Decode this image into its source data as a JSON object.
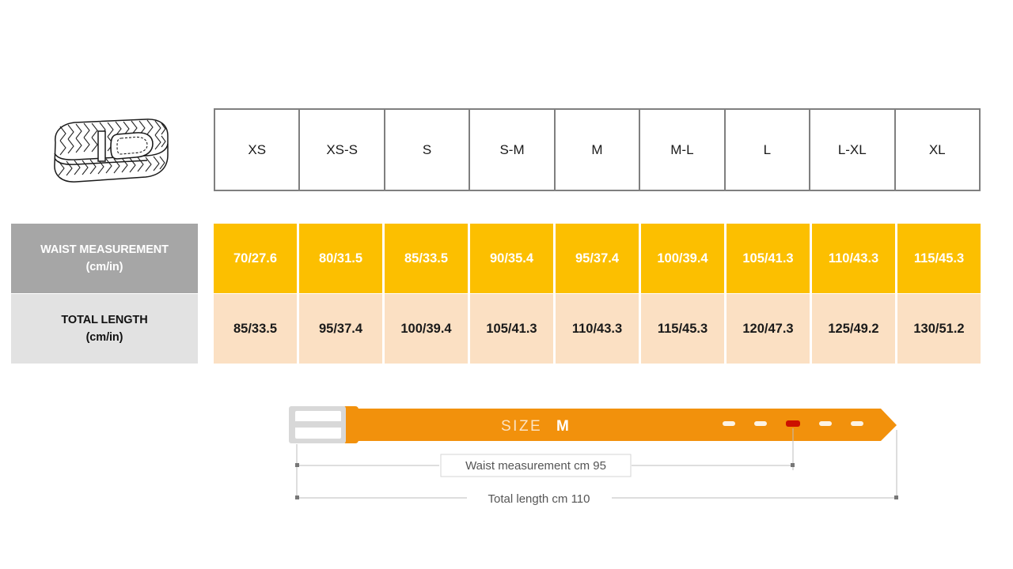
{
  "product": {
    "icon_name": "braided-belt-illustration"
  },
  "table": {
    "size_headers": [
      "XS",
      "XS-S",
      "S",
      "S-M",
      "M",
      "M-L",
      "L",
      "L-XL",
      "XL"
    ],
    "rows": [
      {
        "label_line1": "WAIST MEASUREMENT",
        "label_line2": "(cm/in)",
        "values": [
          "70/27.6",
          "80/31.5",
          "85/33.5",
          "90/35.4",
          "95/37.4",
          "100/39.4",
          "105/41.3",
          "110/43.3",
          "115/45.3"
        ]
      },
      {
        "label_line1": "TOTAL LENGTH",
        "label_line2": "(cm/in)",
        "values": [
          "85/33.5",
          "95/37.4",
          "100/39.4",
          "105/41.3",
          "110/43.3",
          "115/45.3",
          "120/47.3",
          "125/49.2",
          "130/51.2"
        ]
      }
    ]
  },
  "diagram": {
    "size_caption_label": "SIZE",
    "size_caption_value": "M",
    "waist_dimension_label": "Waist measurement cm 95",
    "total_dimension_label": "Total length cm 110",
    "holes_count": 5,
    "highlighted_hole_index": 2
  },
  "colors": {
    "waist_row_fill": "#fcbf00",
    "waist_label_fill": "#a6a6a6",
    "length_row_fill": "#fbe0c3",
    "length_label_fill": "#e2e2e2",
    "belt_orange": "#f2910c",
    "buckle_gray": "#d8d8d8",
    "highlight_red": "#cc1100",
    "table_border": "#7f7f7f"
  }
}
